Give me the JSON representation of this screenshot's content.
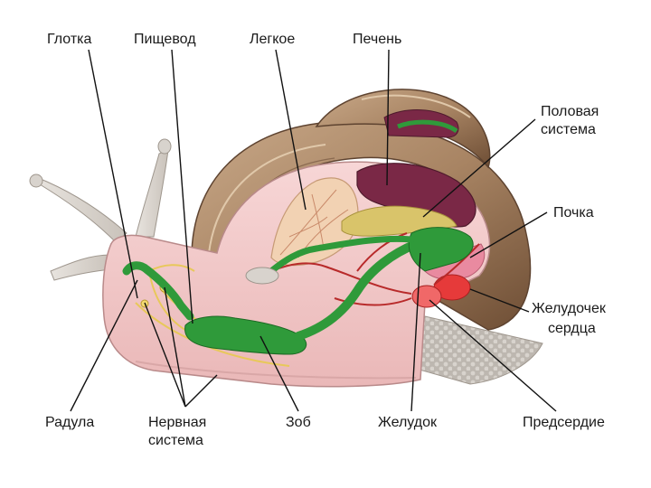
{
  "labels": {
    "pharynx": "Глотка",
    "esophagus": "Пищевод",
    "lung": "Легкое",
    "liver": "Печень",
    "reproductive_1": "Половая",
    "reproductive_2": "система",
    "kidney": "Почка",
    "ventricle_1": "Желудочек",
    "ventricle_2": "сердца",
    "radula": "Радула",
    "nervous_1": "Нервная",
    "nervous_2": "система",
    "crop": "Зоб",
    "stomach": "Желудок",
    "atrium": "Предсердие"
  },
  "colors": {
    "shell": "#a88463",
    "shell_dark": "#7a5a40",
    "body": "#f3c9c9",
    "foot_shadow": "#cfc9c4",
    "digestive": "#2f9a3a",
    "liver": "#7a2846",
    "reproductive": "#d9c46a",
    "lung": "#f2d2b3",
    "heart": "#e63a3a",
    "vessels": "#b82a2a",
    "nerves": "#e8c85a",
    "text": "#1a1a1a"
  }
}
